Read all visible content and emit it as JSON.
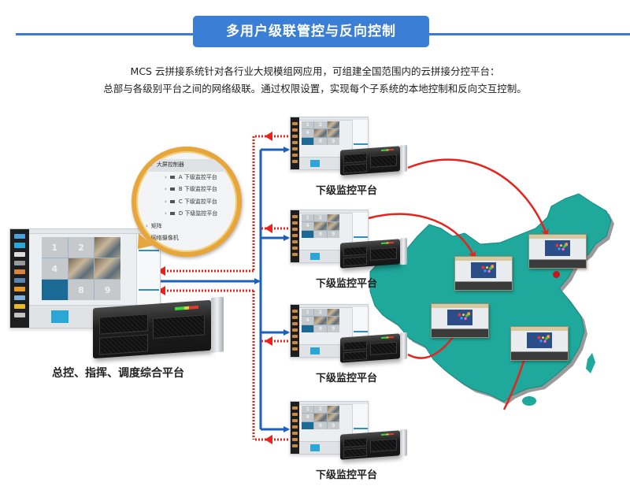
{
  "header": {
    "title": "多用户级联管控与反向控制",
    "accent_color": "#3a7fd5"
  },
  "description": {
    "line1": "MCS  云拼接系统针对各行业大规模组网应用，可组建全国范围内的云拼接分控平台：",
    "line2": "总部与各级别平台之间的网络级联。通过权限设置，实现每个子系统的本地控制和反向交互控制。"
  },
  "main_platform": {
    "label": "总控、指挥、调度综合平台",
    "grid_cells": [
      "1",
      "2",
      "",
      "4",
      "",
      "",
      "",
      "8",
      "9"
    ]
  },
  "magnifier": {
    "root_label": "大屏控制器",
    "children": [
      {
        "letter": "A",
        "label": "下级监控平台"
      },
      {
        "letter": "B",
        "label": "下级监控平台"
      },
      {
        "letter": "C",
        "label": "下级监控平台"
      },
      {
        "letter": "D",
        "label": "下级监控平台"
      }
    ],
    "groups": [
      "矩阵",
      "网络摄像机"
    ]
  },
  "sub_platforms": [
    {
      "label": "下级监控平台"
    },
    {
      "label": "下级监控平台"
    },
    {
      "label": "下级监控平台"
    },
    {
      "label": "下级监控平台"
    }
  ],
  "sub_grid_cells": [
    "1",
    "2",
    "",
    "4",
    "",
    "",
    "",
    "8",
    "9"
  ],
  "colors": {
    "control_line": "#1b5fbf",
    "feedback_line": "#e8231c",
    "map_fill": "#1fa89c",
    "map_shadow": "#9a9a9a"
  },
  "legend_semantics": {
    "blue_solid": "control-link",
    "red_dotted": "reverse-control-link"
  }
}
